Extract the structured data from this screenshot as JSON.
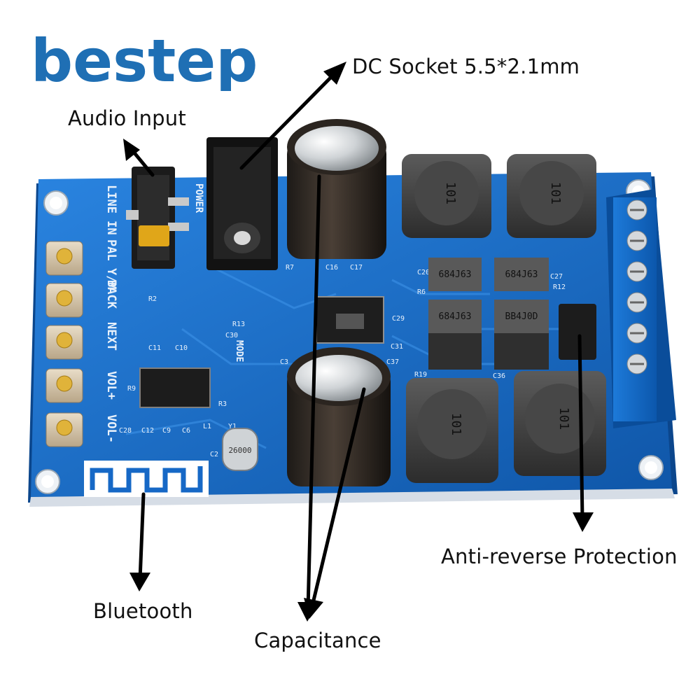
{
  "brand": {
    "name": "bestep",
    "color": "#1f6fb4"
  },
  "callouts": {
    "dc_socket": "DC Socket 5.5*2.1mm",
    "audio_input": "Audio Input",
    "anti_reverse": "Anti-reverse Protection",
    "bluetooth": "Bluetooth",
    "capacitance": "Capacitance"
  },
  "board": {
    "pcb_color": "#1668c6",
    "silkscreen": {
      "line_in": "LINE IN",
      "pal_ym": "PAL Y/M",
      "back": "BACK",
      "next": "NEXT",
      "vol_plus": "VOL+",
      "vol_minus": "VOL-",
      "power": "POWER",
      "mode": "MODE",
      "refs": [
        "R7",
        "C16",
        "C17",
        "C20",
        "R6",
        "C27",
        "R12",
        "C29",
        "C31",
        "C37",
        "R19",
        "C36",
        "R13",
        "C30",
        "C11",
        "C10",
        "R9",
        "R3",
        "C28",
        "C12",
        "C9",
        "C6",
        "L1",
        "Y1",
        "R2",
        "C2",
        "C3"
      ]
    },
    "inductor_marking": "101",
    "resistor_markings": [
      "684J63",
      "684J63",
      "684J63",
      "BB4J0D"
    ],
    "crystal_marking": "26000",
    "icons": [
      "pcb-board-icon",
      "arrow-icon",
      "capacitor-icon",
      "inductor-icon",
      "terminal-screw-icon",
      "push-button-icon"
    ]
  }
}
